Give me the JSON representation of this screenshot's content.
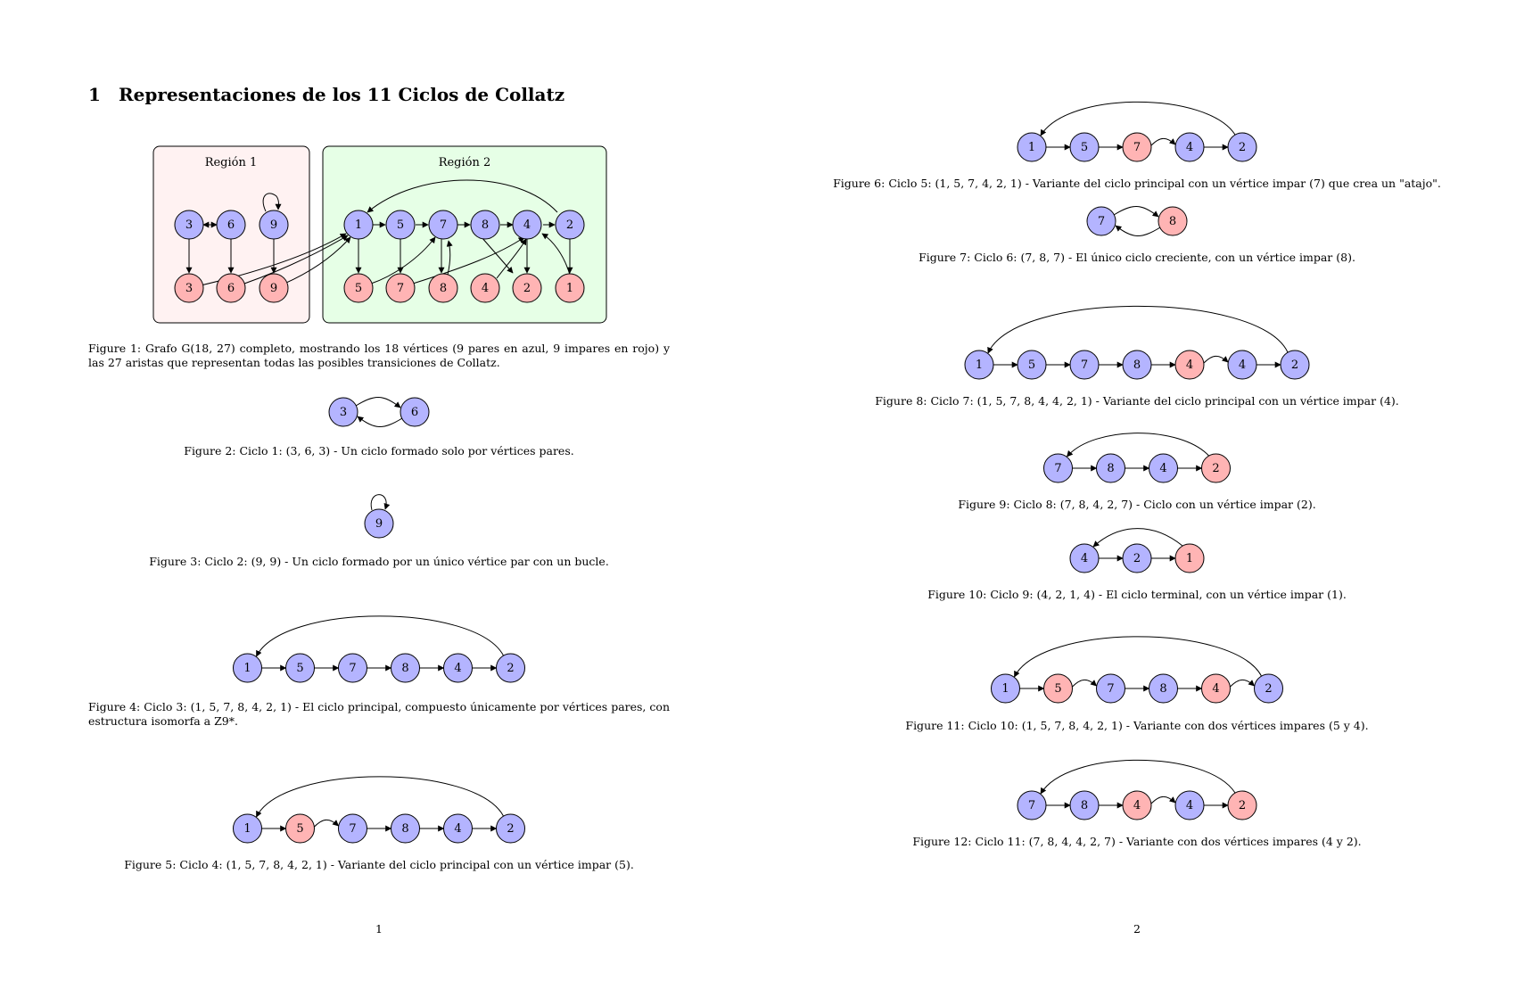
{
  "colors": {
    "even": "#b4b4ff",
    "odd": "#ffb4b4",
    "region1_bg": "#fff2f2",
    "region2_bg": "#e6ffe6",
    "stroke": "#000000"
  },
  "pages": [
    {
      "heading": {
        "number": "1",
        "title": "Representaciones de los 11 Ciclos de Collatz"
      },
      "page_number": "1",
      "figures": [
        {
          "label": "Figure 1:",
          "text": "Grafo G(18, 27) completo, mostrando los 18 vértices (9 pares en azul, 9 impares en rojo) y las 27 aristas que representan todas las posibles transiciones de Collatz.",
          "regions": [
            "Región 1",
            "Región 2"
          ]
        },
        {
          "label": "Figure 2:",
          "text": "Ciclo 1: (3, 6, 3) - Un ciclo formado solo por vértices pares."
        },
        {
          "label": "Figure 3:",
          "text": "Ciclo 2: (9, 9) - Un ciclo formado por un único vértice par con un bucle."
        },
        {
          "label": "Figure 4:",
          "text": "Ciclo 3: (1, 5, 7, 8, 4, 2, 1) - El ciclo principal, compuesto únicamente por vértices pares, con estructura isomorfa a Z9*."
        },
        {
          "label": "Figure 5:",
          "text": "Ciclo 4: (1, 5, 7, 8, 4, 2, 1) - Variante del ciclo principal con un vértice impar (5)."
        }
      ]
    },
    {
      "page_number": "2",
      "figures": [
        {
          "label": "Figure 6:",
          "text": "Ciclo 5: (1, 5, 7, 4, 2, 1) - Variante del ciclo principal con un vértice impar (7) que crea un \"atajo\"."
        },
        {
          "label": "Figure 7:",
          "text": "Ciclo 6: (7, 8, 7) - El único ciclo creciente, con un vértice impar (8)."
        },
        {
          "label": "Figure 8:",
          "text": "Ciclo 7: (1, 5, 7, 8, 4, 4, 2, 1) - Variante del ciclo principal con un vértice impar (4)."
        },
        {
          "label": "Figure 9:",
          "text": "Ciclo 8: (7, 8, 4, 2, 7) - Ciclo con un vértice impar (2)."
        },
        {
          "label": "Figure 10:",
          "text": "Ciclo 9: (4, 2, 1, 4) - El ciclo terminal, con un vértice impar (1)."
        },
        {
          "label": "Figure 11:",
          "text": "Ciclo 10: (1, 5, 7, 8, 4, 2, 1) - Variante con dos vértices impares (5 y 4)."
        },
        {
          "label": "Figure 12:",
          "text": "Ciclo 11: (7, 8, 4, 4, 2, 7) - Variante con dos vértices impares (4 y 2)."
        }
      ]
    }
  ],
  "cycles": [
    {
      "id": "ciclo-1",
      "nodes": [
        {
          "v": "3",
          "t": "even"
        },
        {
          "v": "6",
          "t": "even"
        }
      ]
    },
    {
      "id": "ciclo-2",
      "nodes": [
        {
          "v": "9",
          "t": "even"
        }
      ]
    },
    {
      "id": "ciclo-3",
      "nodes": [
        {
          "v": "1",
          "t": "even"
        },
        {
          "v": "5",
          "t": "even"
        },
        {
          "v": "7",
          "t": "even"
        },
        {
          "v": "8",
          "t": "even"
        },
        {
          "v": "4",
          "t": "even"
        },
        {
          "v": "2",
          "t": "even"
        }
      ]
    },
    {
      "id": "ciclo-4",
      "nodes": [
        {
          "v": "1",
          "t": "even"
        },
        {
          "v": "5",
          "t": "odd"
        },
        {
          "v": "7",
          "t": "even"
        },
        {
          "v": "8",
          "t": "even"
        },
        {
          "v": "4",
          "t": "even"
        },
        {
          "v": "2",
          "t": "even"
        }
      ]
    },
    {
      "id": "ciclo-5",
      "nodes": [
        {
          "v": "1",
          "t": "even"
        },
        {
          "v": "5",
          "t": "even"
        },
        {
          "v": "7",
          "t": "odd"
        },
        {
          "v": "4",
          "t": "even"
        },
        {
          "v": "2",
          "t": "even"
        }
      ]
    },
    {
      "id": "ciclo-6",
      "nodes": [
        {
          "v": "7",
          "t": "even"
        },
        {
          "v": "8",
          "t": "odd"
        }
      ]
    },
    {
      "id": "ciclo-7",
      "nodes": [
        {
          "v": "1",
          "t": "even"
        },
        {
          "v": "5",
          "t": "even"
        },
        {
          "v": "7",
          "t": "even"
        },
        {
          "v": "8",
          "t": "even"
        },
        {
          "v": "4",
          "t": "odd"
        },
        {
          "v": "4",
          "t": "even"
        },
        {
          "v": "2",
          "t": "even"
        }
      ]
    },
    {
      "id": "ciclo-8",
      "nodes": [
        {
          "v": "7",
          "t": "even"
        },
        {
          "v": "8",
          "t": "even"
        },
        {
          "v": "4",
          "t": "even"
        },
        {
          "v": "2",
          "t": "odd"
        }
      ]
    },
    {
      "id": "ciclo-9",
      "nodes": [
        {
          "v": "4",
          "t": "even"
        },
        {
          "v": "2",
          "t": "even"
        },
        {
          "v": "1",
          "t": "odd"
        }
      ]
    },
    {
      "id": "ciclo-10",
      "nodes": [
        {
          "v": "1",
          "t": "even"
        },
        {
          "v": "5",
          "t": "odd"
        },
        {
          "v": "7",
          "t": "even"
        },
        {
          "v": "8",
          "t": "even"
        },
        {
          "v": "4",
          "t": "odd"
        },
        {
          "v": "2",
          "t": "even"
        }
      ]
    },
    {
      "id": "ciclo-11",
      "nodes": [
        {
          "v": "7",
          "t": "even"
        },
        {
          "v": "8",
          "t": "even"
        },
        {
          "v": "4",
          "t": "odd"
        },
        {
          "v": "4",
          "t": "even"
        },
        {
          "v": "2",
          "t": "odd"
        }
      ]
    }
  ],
  "full_graph": {
    "even_vertices": [
      "3",
      "6",
      "9",
      "1",
      "5",
      "7",
      "8",
      "4",
      "2"
    ],
    "odd_vertices": [
      "3",
      "6",
      "9",
      "5",
      "7",
      "8",
      "4",
      "2",
      "1"
    ]
  }
}
